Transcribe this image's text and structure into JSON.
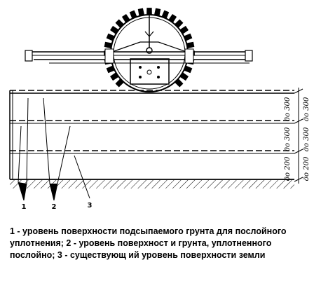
{
  "diagram": {
    "markers": [
      {
        "id": "1",
        "label": "1"
      },
      {
        "id": "2",
        "label": "2"
      },
      {
        "id": "3",
        "label": "3"
      }
    ],
    "dimensions": [
      {
        "label": "до 300"
      },
      {
        "label": "до 300"
      },
      {
        "label": "до 200"
      }
    ]
  },
  "caption": "1 - уровень поверхности подсыпаемого грунта для послойного уплотнения; 2 - уровень поверхност и грунта, уплотненного послойно; 3 - существующ ий уровень поверхности земли"
}
